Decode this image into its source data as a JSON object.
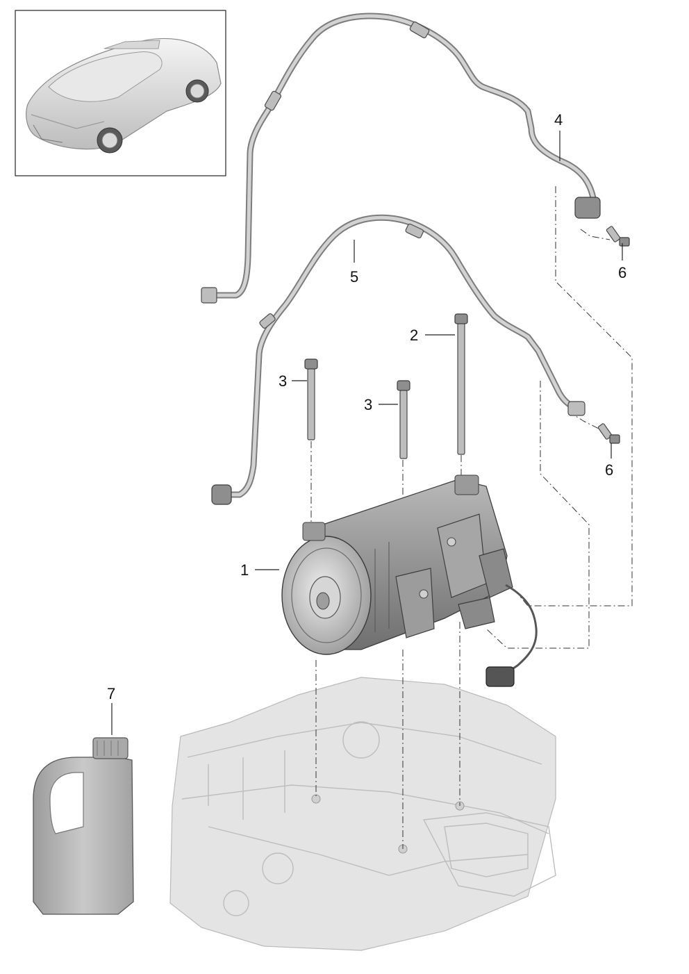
{
  "diagram": {
    "callouts": [
      {
        "id": "c1",
        "text": "1"
      },
      {
        "id": "c2",
        "text": "2"
      },
      {
        "id": "c3a",
        "text": "3"
      },
      {
        "id": "c3b",
        "text": "3"
      },
      {
        "id": "c4",
        "text": "4"
      },
      {
        "id": "c5",
        "text": "5"
      },
      {
        "id": "c6a",
        "text": "6"
      },
      {
        "id": "c6b",
        "text": "6"
      },
      {
        "id": "c7",
        "text": "7"
      }
    ]
  }
}
